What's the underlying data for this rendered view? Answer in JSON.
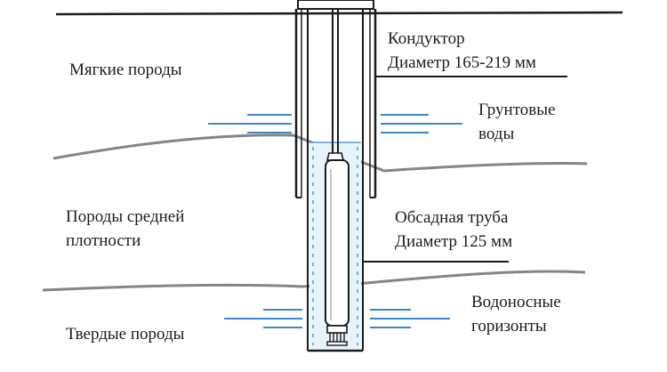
{
  "labels": {
    "soft_rock": "Мягкие породы",
    "conductor_line1": "Кондуктор",
    "conductor_line2": "Диаметр 165-219 мм",
    "groundwater_line1": "Грунтовые",
    "groundwater_line2": "воды",
    "medium_rock_line1": "Породы средней",
    "medium_rock_line2": "плотности",
    "casing_line1": "Обсадная труба",
    "casing_line2": "Диаметр 125 мм",
    "hard_rock": "Твердые породы",
    "aquifer_line1": "Водоносные",
    "aquifer_line2": "горизонты"
  },
  "colors": {
    "line": "#1a1a1a",
    "layer_line": "#808080",
    "water": "#3f86c8",
    "water_fill": "#e6f3fb",
    "text": "#1c1c1c"
  }
}
